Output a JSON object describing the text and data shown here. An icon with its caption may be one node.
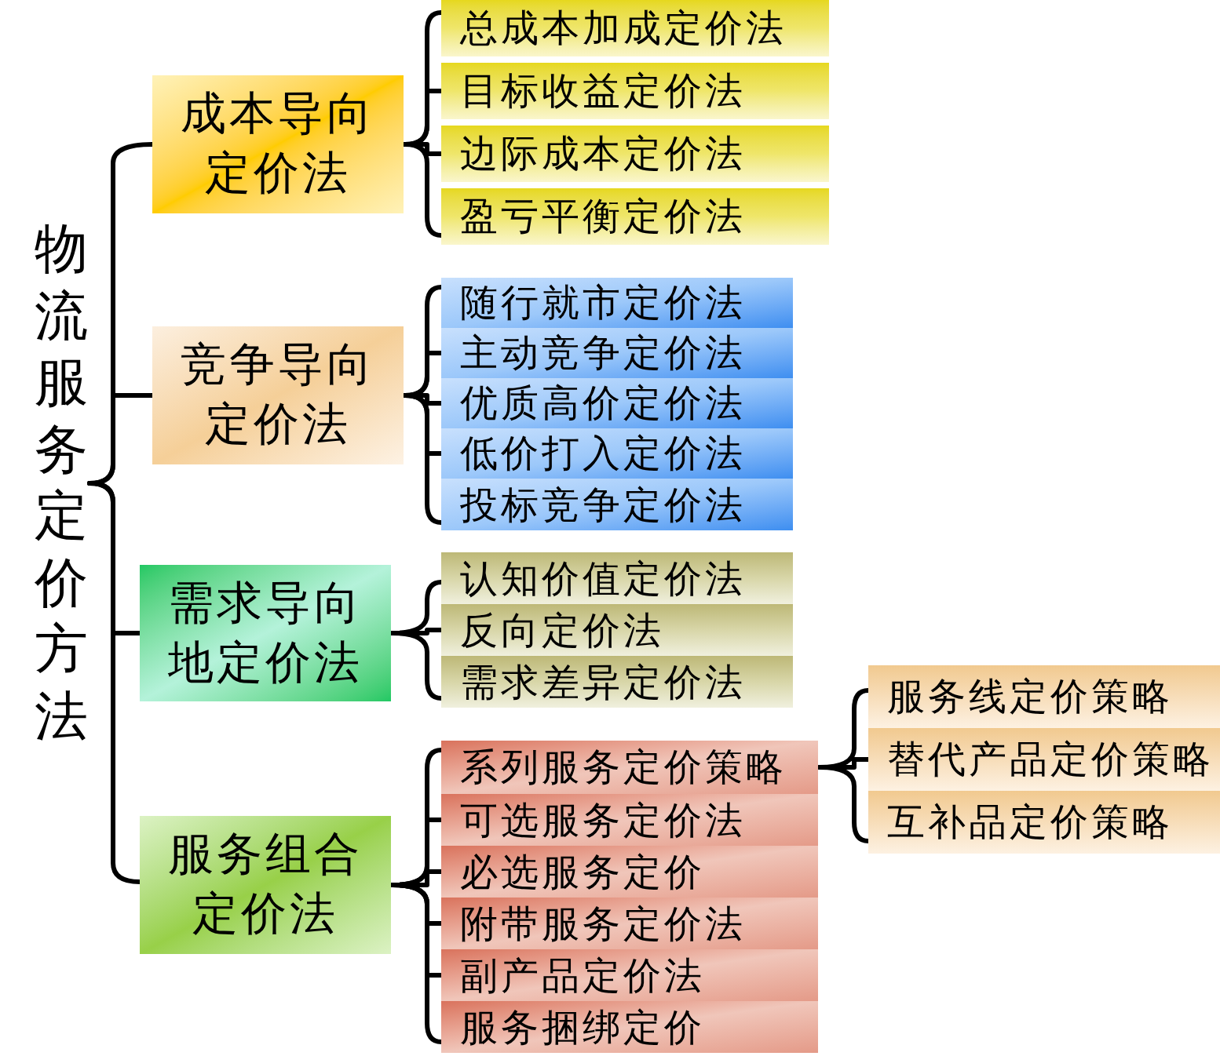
{
  "diagram": {
    "nodes": [
      {
        "text": [
          "物流服务定价方法"
        ]
      },
      {
        "text": [
          "成本导向定价法"
        ]
      },
      {
        "text": [
          "总成本加成定价法"
        ]
      },
      {
        "text": [
          "目标收益定价法"
        ]
      },
      {
        "text": [
          "边际成本定价法"
        ]
      },
      {
        "text": [
          "盈亏平衡定价法"
        ]
      },
      {
        "text": [
          "竞争导向定价法"
        ]
      },
      {
        "text": [
          "随行就市定价法"
        ]
      },
      {
        "text": [
          "主动竞争定价法"
        ]
      },
      {
        "text": [
          "优质高价定价法"
        ]
      },
      {
        "text": [
          "低价打入定价法"
        ]
      },
      {
        "text": [
          "投标竞争定价法"
        ]
      },
      {
        "text": [
          "需求导向地定价法"
        ]
      },
      {
        "text": [
          "认知价值定价法"
        ]
      },
      {
        "text": [
          "反向定价法"
        ]
      },
      {
        "text": [
          "需求差异定价法"
        ]
      },
      {
        "text": [
          "服务组合定价法"
        ]
      },
      {
        "text": [
          "系列服务定价策略"
        ]
      },
      {
        "text": [
          "可选服务定价法"
        ]
      },
      {
        "text": [
          "必选服务定价"
        ]
      },
      {
        "text": [
          "附带服务定价法"
        ]
      },
      {
        "text": [
          "副产品定价法"
        ]
      },
      {
        "text": [
          "服务捆绑定价"
        ]
      },
      {
        "text": [
          "服务线定价策略"
        ]
      },
      {
        "text": [
          "替代产品定价策略"
        ]
      },
      {
        "text": [
          "互补品定价策略"
        ]
      }
    ],
    "edges": [
      {
        "from": 0,
        "to": 1,
        "arrow": "none"
      },
      {
        "from": 0,
        "to": 6,
        "arrow": "none"
      },
      {
        "from": 0,
        "to": 12,
        "arrow": "none"
      },
      {
        "from": 0,
        "to": 16,
        "arrow": "none"
      },
      {
        "from": 1,
        "to": 2,
        "arrow": "none"
      },
      {
        "from": 1,
        "to": 3,
        "arrow": "none"
      },
      {
        "from": 1,
        "to": 4,
        "arrow": "none"
      },
      {
        "from": 1,
        "to": 5,
        "arrow": "none"
      },
      {
        "from": 6,
        "to": 7,
        "arrow": "none"
      },
      {
        "from": 6,
        "to": 8,
        "arrow": "none"
      },
      {
        "from": 6,
        "to": 9,
        "arrow": "none"
      },
      {
        "from": 6,
        "to": 10,
        "arrow": "none"
      },
      {
        "from": 6,
        "to": 11,
        "arrow": "none"
      },
      {
        "from": 12,
        "to": 13,
        "arrow": "none"
      },
      {
        "from": 12,
        "to": 14,
        "arrow": "none"
      },
      {
        "from": 12,
        "to": 15,
        "arrow": "none"
      },
      {
        "from": 16,
        "to": 17,
        "arrow": "none"
      },
      {
        "from": 16,
        "to": 18,
        "arrow": "none"
      },
      {
        "from": 16,
        "to": 19,
        "arrow": "none"
      },
      {
        "from": 16,
        "to": 20,
        "arrow": "none"
      },
      {
        "from": 16,
        "to": 21,
        "arrow": "none"
      },
      {
        "from": 16,
        "to": 22,
        "arrow": "none"
      },
      {
        "from": 17,
        "to": 23,
        "arrow": "none"
      },
      {
        "from": 17,
        "to": 24,
        "arrow": "none"
      },
      {
        "from": 17,
        "to": 25,
        "arrow": "none"
      }
    ]
  }
}
